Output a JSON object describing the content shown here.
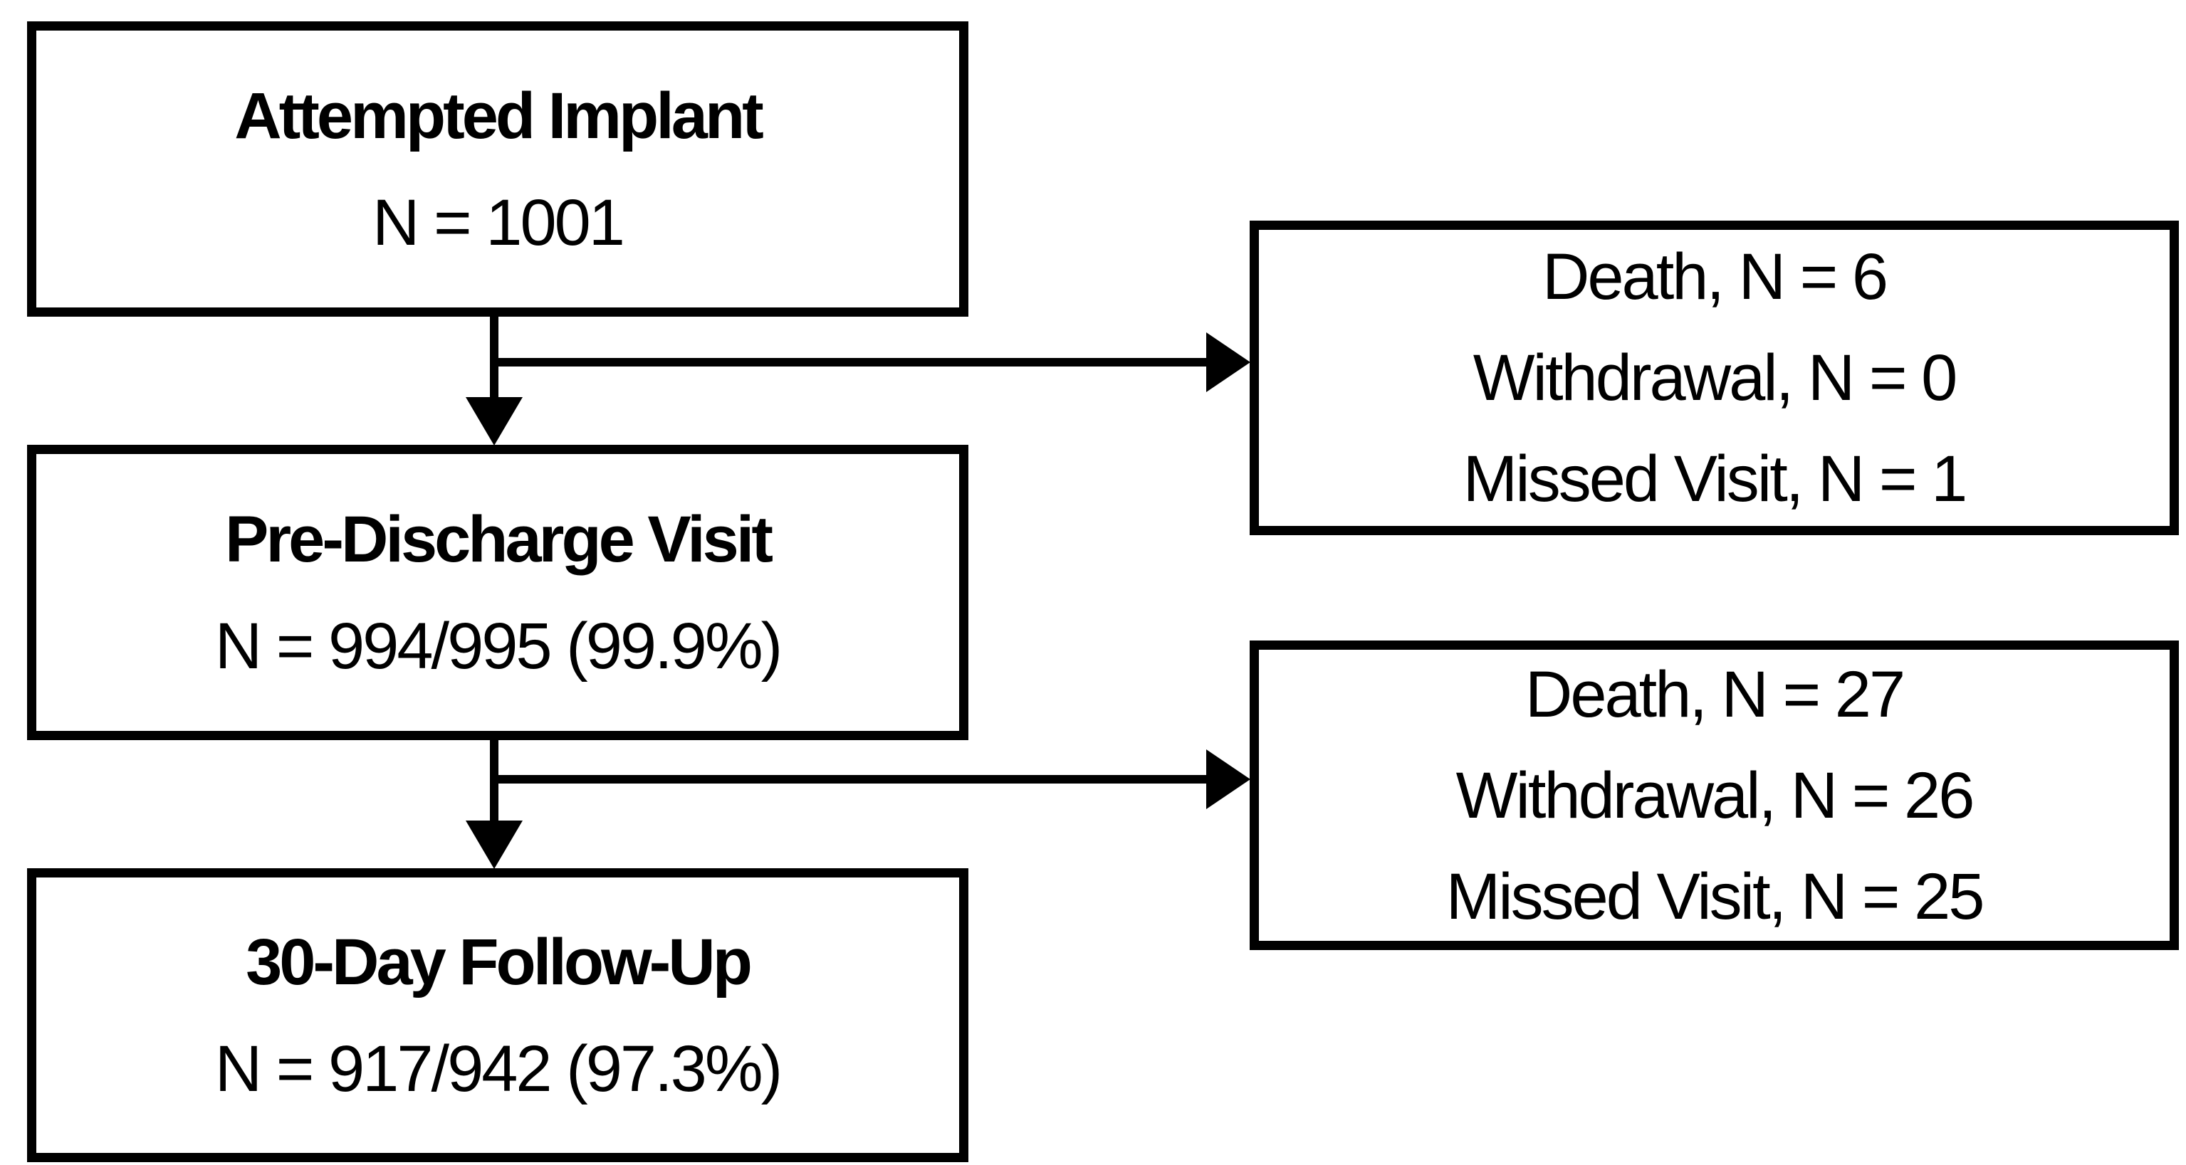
{
  "diagram": {
    "type": "patient-flow-diagram",
    "background_color": "#ffffff",
    "line_color": "#000000",
    "flow_boxes": [
      {
        "title": "Attempted Implant",
        "value": "N = 1001"
      },
      {
        "title": "Pre-Discharge Visit",
        "value": "N = 994/995 (99.9%)"
      },
      {
        "title": "30-Day Follow-Up",
        "value": "N = 917/942 (97.3%)"
      }
    ],
    "side_boxes": [
      {
        "lines": [
          "Death, N = 6",
          "Withdrawal, N = 0",
          "Missed Visit, N = 1"
        ]
      },
      {
        "lines": [
          "Death, N = 27",
          "Withdrawal, N = 26",
          "Missed Visit, N = 25"
        ]
      }
    ]
  }
}
